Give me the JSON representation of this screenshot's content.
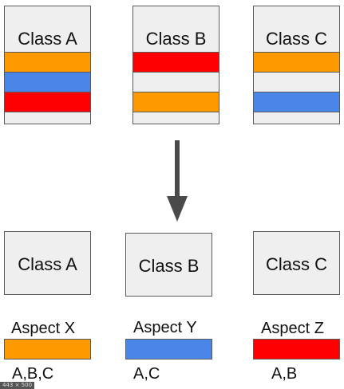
{
  "colors": {
    "orange": "#ff9900",
    "blue": "#4a86e8",
    "red": "#ff0000",
    "box_fill": "#efefef",
    "border": "#5a5a5a",
    "arrow": "#4a4a4a"
  },
  "before": {
    "class_a": {
      "title": "Class A",
      "bands": [
        "orange",
        "blue",
        "red"
      ]
    },
    "class_b": {
      "title": "Class B",
      "bands": [
        "red",
        "",
        "orange"
      ]
    },
    "class_c": {
      "title": "Class C",
      "bands": [
        "orange",
        "",
        "blue"
      ]
    }
  },
  "arrow_icon": "down-arrow-icon",
  "after": {
    "class_a": {
      "title": "Class A"
    },
    "class_b": {
      "title": "Class B"
    },
    "class_c": {
      "title": "Class C"
    }
  },
  "aspects": [
    {
      "name": "Aspect X",
      "color": "orange",
      "applies_to": "A,B,C"
    },
    {
      "name": "Aspect Y",
      "color": "blue",
      "applies_to": "A,C"
    },
    {
      "name": "Aspect Z",
      "color": "red",
      "applies_to": "A,B"
    }
  ],
  "size_tag": "443 × 500"
}
